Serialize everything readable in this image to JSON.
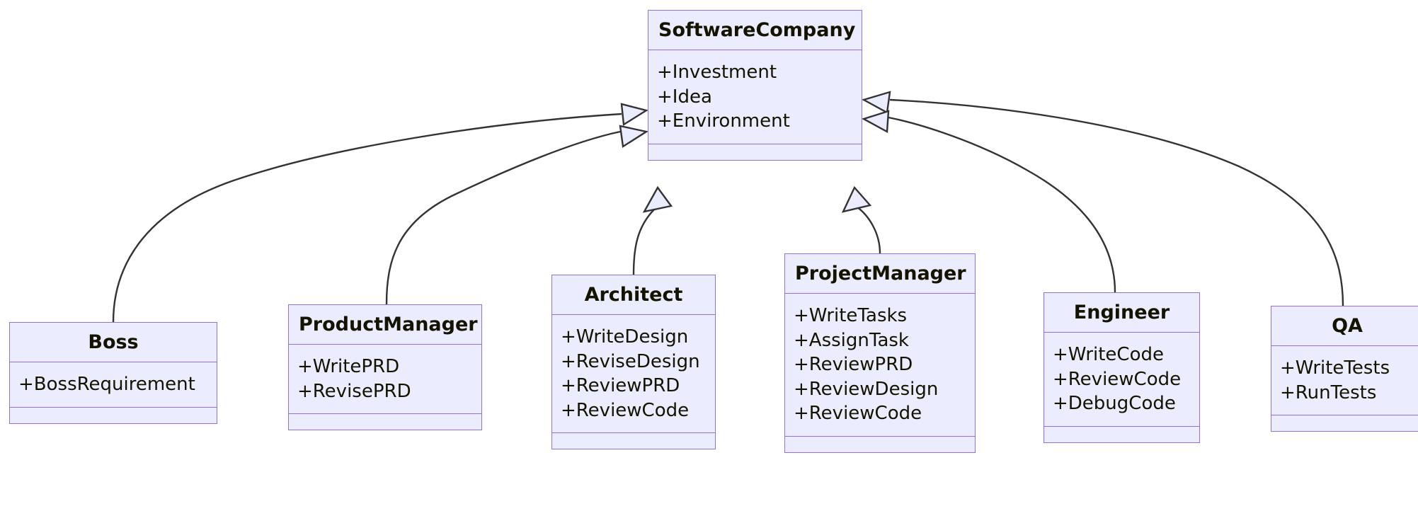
{
  "diagram": {
    "type": "uml-class-diagram",
    "relationship": "generalization",
    "colors": {
      "node_fill": "#ececff",
      "node_border": "#9370db",
      "text": "#131300",
      "edge_stroke": "#333333",
      "arrow_fill": "#ececff",
      "background": "#ffffff"
    },
    "classes": [
      {
        "id": "software-company",
        "name": "SoftwareCompany",
        "attributes": [
          "+Investment",
          "+Idea",
          "+Environment"
        ],
        "methods": []
      },
      {
        "id": "boss",
        "name": "Boss",
        "attributes": [
          "+BossRequirement"
        ],
        "methods": []
      },
      {
        "id": "product-manager",
        "name": "ProductManager",
        "attributes": [
          "+WritePRD",
          "+RevisePRD"
        ],
        "methods": []
      },
      {
        "id": "architect",
        "name": "Architect",
        "attributes": [
          "+WriteDesign",
          "+ReviseDesign",
          "+ReviewPRD",
          "+ReviewCode"
        ],
        "methods": []
      },
      {
        "id": "project-manager",
        "name": "ProjectManager",
        "attributes": [
          "+WriteTasks",
          "+AssignTask",
          "+ReviewPRD",
          "+ReviewDesign",
          "+ReviewCode"
        ],
        "methods": []
      },
      {
        "id": "engineer",
        "name": "Engineer",
        "attributes": [
          "+WriteCode",
          "+ReviewCode",
          "+DebugCode"
        ],
        "methods": []
      },
      {
        "id": "qa",
        "name": "QA",
        "attributes": [
          "+WriteTests",
          "+RunTests"
        ],
        "methods": []
      }
    ],
    "edges": [
      {
        "from": "boss",
        "to": "software-company",
        "kind": "inheritance"
      },
      {
        "from": "product-manager",
        "to": "software-company",
        "kind": "inheritance"
      },
      {
        "from": "architect",
        "to": "software-company",
        "kind": "inheritance"
      },
      {
        "from": "project-manager",
        "to": "software-company",
        "kind": "inheritance"
      },
      {
        "from": "engineer",
        "to": "software-company",
        "kind": "inheritance"
      },
      {
        "from": "qa",
        "to": "software-company",
        "kind": "inheritance"
      }
    ]
  }
}
